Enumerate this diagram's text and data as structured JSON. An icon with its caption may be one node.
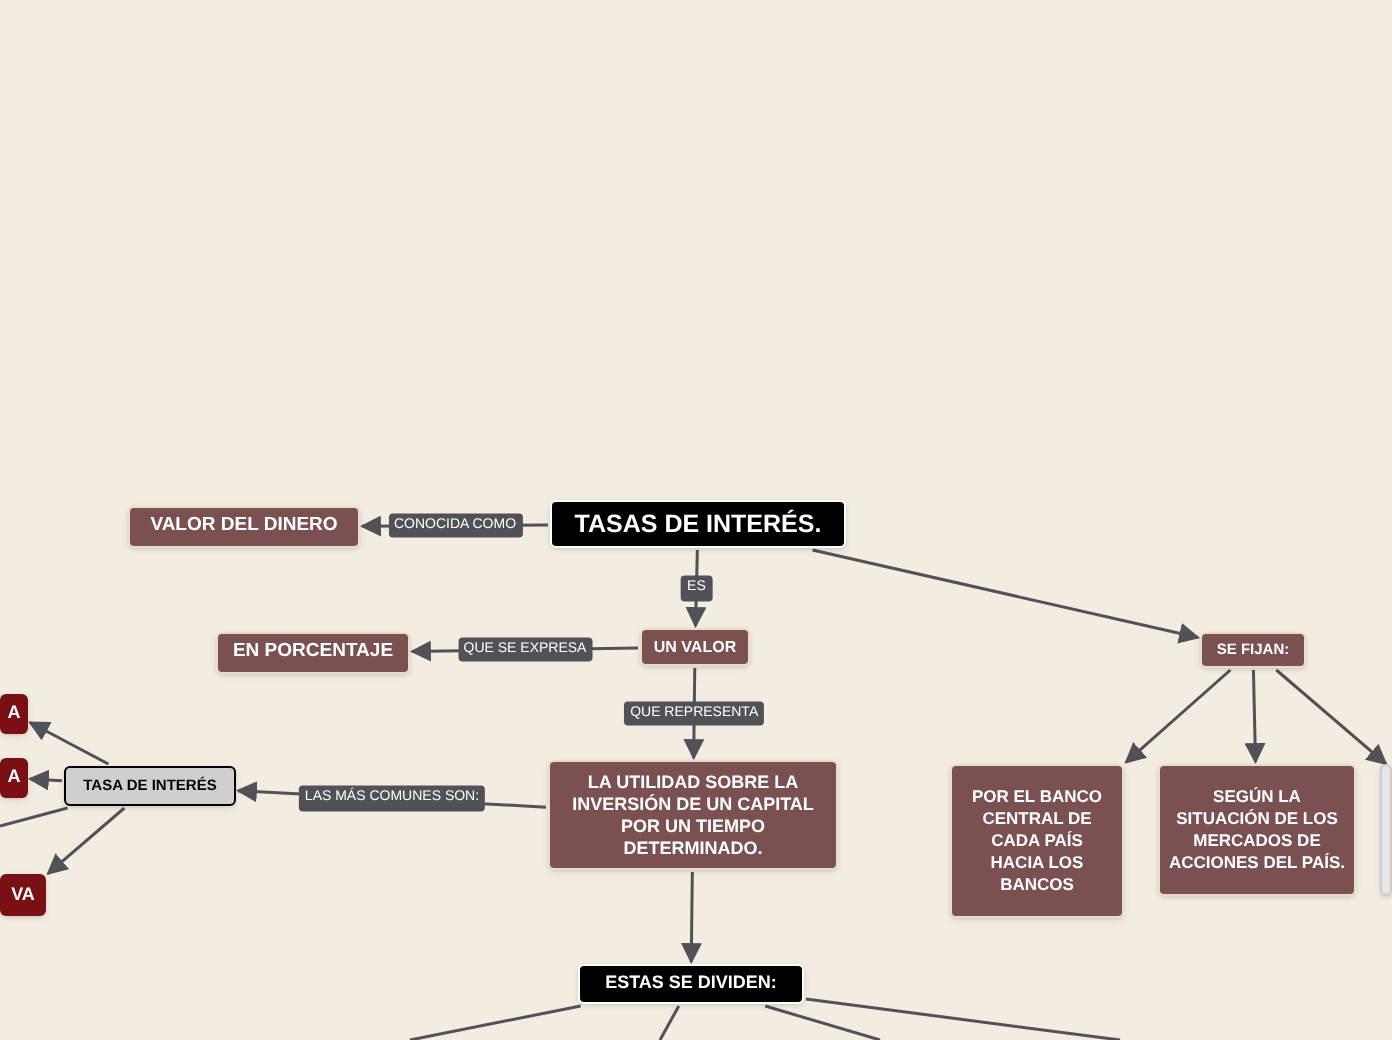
{
  "diagram": {
    "nodes": [
      {
        "text": [
          "TASAS DE INTERÉS."
        ]
      },
      {
        "text": [
          "VALOR DEL DINERO"
        ]
      },
      {
        "text": [
          "UN VALOR"
        ]
      },
      {
        "text": [
          "EN PORCENTAJE"
        ]
      },
      {
        "text": [
          "LA UTILIDAD SOBRE LA INVERSIÓN DE UN CAPITAL POR UN TIEMPO DETERMINADO."
        ]
      },
      {
        "text": [
          "TASA DE INTERÉS"
        ]
      },
      {
        "text": [
          "A"
        ]
      },
      {
        "text": [
          "A"
        ]
      },
      {
        "text": [
          "VA"
        ]
      },
      {
        "text": [
          "SE FIJAN:"
        ]
      },
      {
        "text": [
          "POR EL BANCO CENTRAL DE CADA PAÍS HACIA LOS BANCOS"
        ]
      },
      {
        "text": [
          "SEGÚN LA SITUACIÓN DE LOS MERCADOS DE ACCIONES DEL PAÍS."
        ]
      },
      {
        "text": [],
        "shape": "box"
      },
      {
        "text": [
          "ESTAS SE DIVIDEN:"
        ]
      }
    ],
    "edges": [
      {
        "from": 0,
        "to": 1,
        "arrow": "to",
        "label": "CONOCIDA COMO"
      },
      {
        "from": 0,
        "to": 2,
        "arrow": "to",
        "label": "ES"
      },
      {
        "from": 2,
        "to": 3,
        "arrow": "to",
        "label": "QUE SE EXPRESA"
      },
      {
        "from": 2,
        "to": 4,
        "arrow": "to",
        "label": "QUE REPRESENTA"
      },
      {
        "from": 4,
        "to": 5,
        "arrow": "to",
        "label": "LAS MÁS COMUNES SON:"
      },
      {
        "from": 5,
        "to": 6,
        "arrow": "to"
      },
      {
        "from": 5,
        "to": 7,
        "arrow": "to"
      },
      {
        "from": 5,
        "to": 8,
        "arrow": "to"
      },
      {
        "from": 5,
        "to": null,
        "arrow": "none"
      },
      {
        "from": 0,
        "to": 9,
        "arrow": "to"
      },
      {
        "from": 9,
        "to": 10,
        "arrow": "to"
      },
      {
        "from": 9,
        "to": 11,
        "arrow": "to"
      },
      {
        "from": 9,
        "to": 12,
        "arrow": "to"
      },
      {
        "from": 4,
        "to": 13,
        "arrow": "to"
      },
      {
        "from": 13,
        "to": null,
        "arrow": "none"
      },
      {
        "from": 13,
        "to": null,
        "arrow": "none"
      },
      {
        "from": 13,
        "to": null,
        "arrow": "none"
      },
      {
        "from": 13,
        "to": null,
        "arrow": "none"
      }
    ]
  }
}
